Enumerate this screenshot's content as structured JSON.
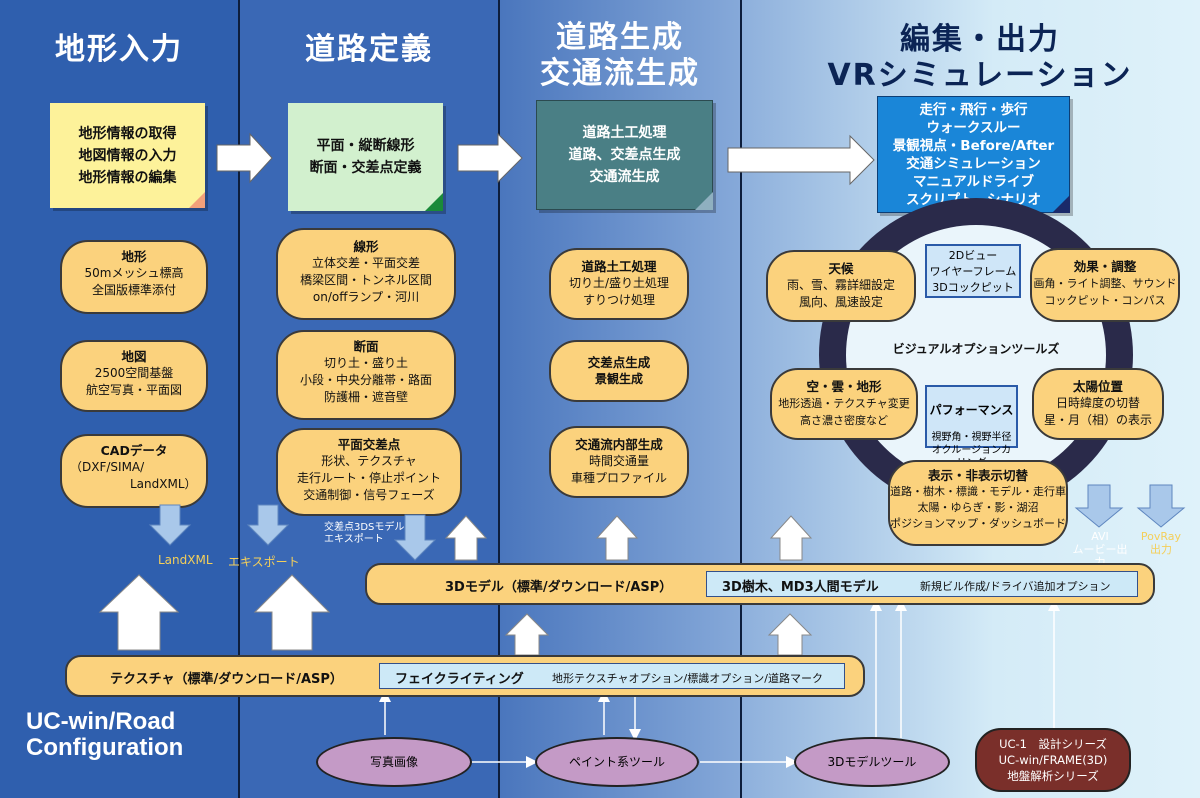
{
  "columns": {
    "c1": "地形入力",
    "c2": "道路定義",
    "c3_l1": "道路生成",
    "c3_l2": "交通流生成",
    "c4_l1": "編集・出力",
    "c4_l2": "VRシミュレーション"
  },
  "notes": {
    "n1": "地形情報の取得\n地図情報の入力\n地形情報の編集",
    "n2": "平面・縦断線形\n断面・交差点定義",
    "n3": "道路土工処理\n道路、交差点生成\n交通流生成",
    "n4": "走行・飛行・歩行\nウォークスルー\n景観視点・Before/After\n交通シミュレーション\nマニュアルドライブ\nスクリプト　シナリオ"
  },
  "pills": {
    "p1": {
      "title": "地形",
      "body": "50mメッシュ標高\n全国版標準添付"
    },
    "p2": {
      "title": "地図",
      "body": "2500空間基盤\n航空写真・平面図"
    },
    "p3": {
      "title": "CADデータ",
      "body": "（DXF/SIMA/\n　　　　　LandXML）"
    },
    "p4": {
      "title": "線形",
      "body": "立体交差・平面交差\n橋梁区間・トンネル区間\non/offランプ・河川"
    },
    "p5": {
      "title": "断面",
      "body": "切り土・盛り土\n小段・中央分離帯・路面\n防護柵・遮音壁"
    },
    "p6": {
      "title": "平面交差点",
      "body": "形状、テクスチャ\n走行ルート・停止ポイント\n交通制御・信号フェーズ"
    },
    "p7": {
      "title": "道路土工処理",
      "body": "切り土/盛り土処理\nすりつけ処理"
    },
    "p8": {
      "title": "交差点生成",
      "body": "景観生成"
    },
    "p9": {
      "title": "交通流内部生成",
      "body": "時間交通量\n車種プロファイル"
    }
  },
  "ring": {
    "label": "ビジュアルオプションツールズ",
    "weather": {
      "title": "天候",
      "body": "雨、雪、霧詳細設定\n風向、風速設定"
    },
    "effect": {
      "title": "効果・調整",
      "body": "画角・ライト調整、サウンド\nコックピット・コンパス"
    },
    "sky": {
      "title": "空・雲・地形",
      "body": "地形透過・テクスチャ変更\n高さ濃さ密度など"
    },
    "sun": {
      "title": "太陽位置",
      "body": "日時緯度の切替\n星・月（相）の表示"
    },
    "display": {
      "title": "表示・非表示切替",
      "body": "道路・樹木・標識・モデル・走行車\n太陽・ゆらぎ・影・湖沼\nポジションマップ・ダッシュボード"
    },
    "view2d": "2Dビュー\nワイヤーフレーム\n3Dコックピット",
    "perf_title": "パフォーマンス",
    "perf_body": "視野角・視野半径\nオクルージョンカリング\nメモリウォッチ"
  },
  "labels": {
    "landxml": "LandXML",
    "export": "エキスポート",
    "cross3ds": "交差点3DSモデル\nエキスポート",
    "avi": "AVI\nムービー出力",
    "povray": "PovRay\n出力"
  },
  "bar3d": {
    "label": "3Dモデル（標準/ダウンロード/ASP）",
    "inner": "3D樹木、MD3人間モデル",
    "option": "新規ビル作成/ドライバ追加オプション"
  },
  "bartex": {
    "label": "テクスチャ（標準/ダウンロード/ASP）",
    "inner": "フェイクライティング",
    "option": "地形テクスチャオプション/標識オプション/道路マーク"
  },
  "tools": {
    "photo": "写真画像",
    "paint": "ペイント系ツール",
    "model3d": "3Dモデルツール",
    "uc1": "UC-1　設計シリーズ\nUC-win/FRAME(3D)\n地盤解析シリーズ"
  },
  "brand": {
    "line1": "UC-win/Road",
    "line2": "Configuration"
  },
  "colors": {
    "pill": "#fbd27d",
    "note1": "#fdf29a",
    "note2": "#d2f0ce",
    "note3": "#4a7f85",
    "note4": "#1a86d8",
    "ring": "#2a2a4a",
    "tool_oval": "#c49ac6",
    "brown_oval": "#7a2f2a"
  }
}
